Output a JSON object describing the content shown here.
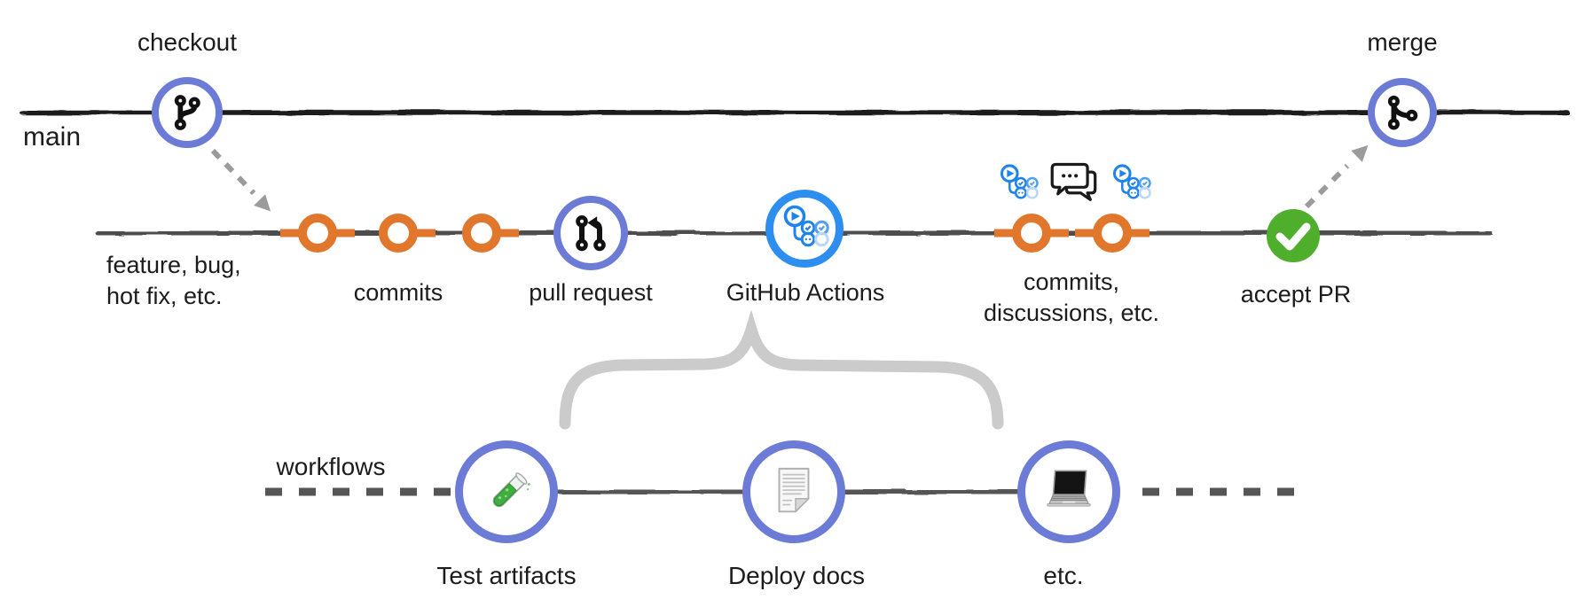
{
  "diagram": {
    "title_hint": "git branching workflow with GitHub Actions",
    "main_branch": {
      "branch_label": "main",
      "checkout_label": "checkout",
      "merge_label": "merge"
    },
    "feature_branch": {
      "branch_label_line1": "feature, bug,",
      "branch_label_line2": "hot fix, etc.",
      "commits_label": "commits",
      "pull_request_label": "pull request",
      "github_actions_label": "GitHub Actions",
      "later_commits_label_line1": "commits,",
      "later_commits_label_line2": "discussions, etc.",
      "accept_pr_label": "accept PR"
    },
    "workflows": {
      "row_label": "workflows",
      "items": [
        {
          "label": "Test artifacts",
          "icon": "test-tube-icon"
        },
        {
          "label": "Deploy docs",
          "icon": "document-icon"
        },
        {
          "label": "etc.",
          "icon": "laptop-icon"
        }
      ]
    },
    "icons": {
      "checkout": "git-branch-icon",
      "merge": "git-merge-icon",
      "pull_request": "git-pull-request-icon",
      "github_actions": "github-actions-logo-icon",
      "discussion": "speech-bubbles-icon",
      "accept": "check-icon"
    },
    "colors": {
      "node_ring_purple": "#6b7bd6",
      "commit_orange": "#e1762d",
      "actions_blue_ring": "#2d8ef0",
      "actions_logo_blue": "#1f83ec",
      "actions_logo_light_blue": "#a6cdf6",
      "accept_green": "#4fae2b",
      "main_line_black": "#1a1a1a",
      "feature_line_gray": "#4e4e4e",
      "workflow_line_gray": "#555555",
      "brace_gray": "#cbcbcb",
      "arrow_gray": "#9b9b9b"
    }
  }
}
